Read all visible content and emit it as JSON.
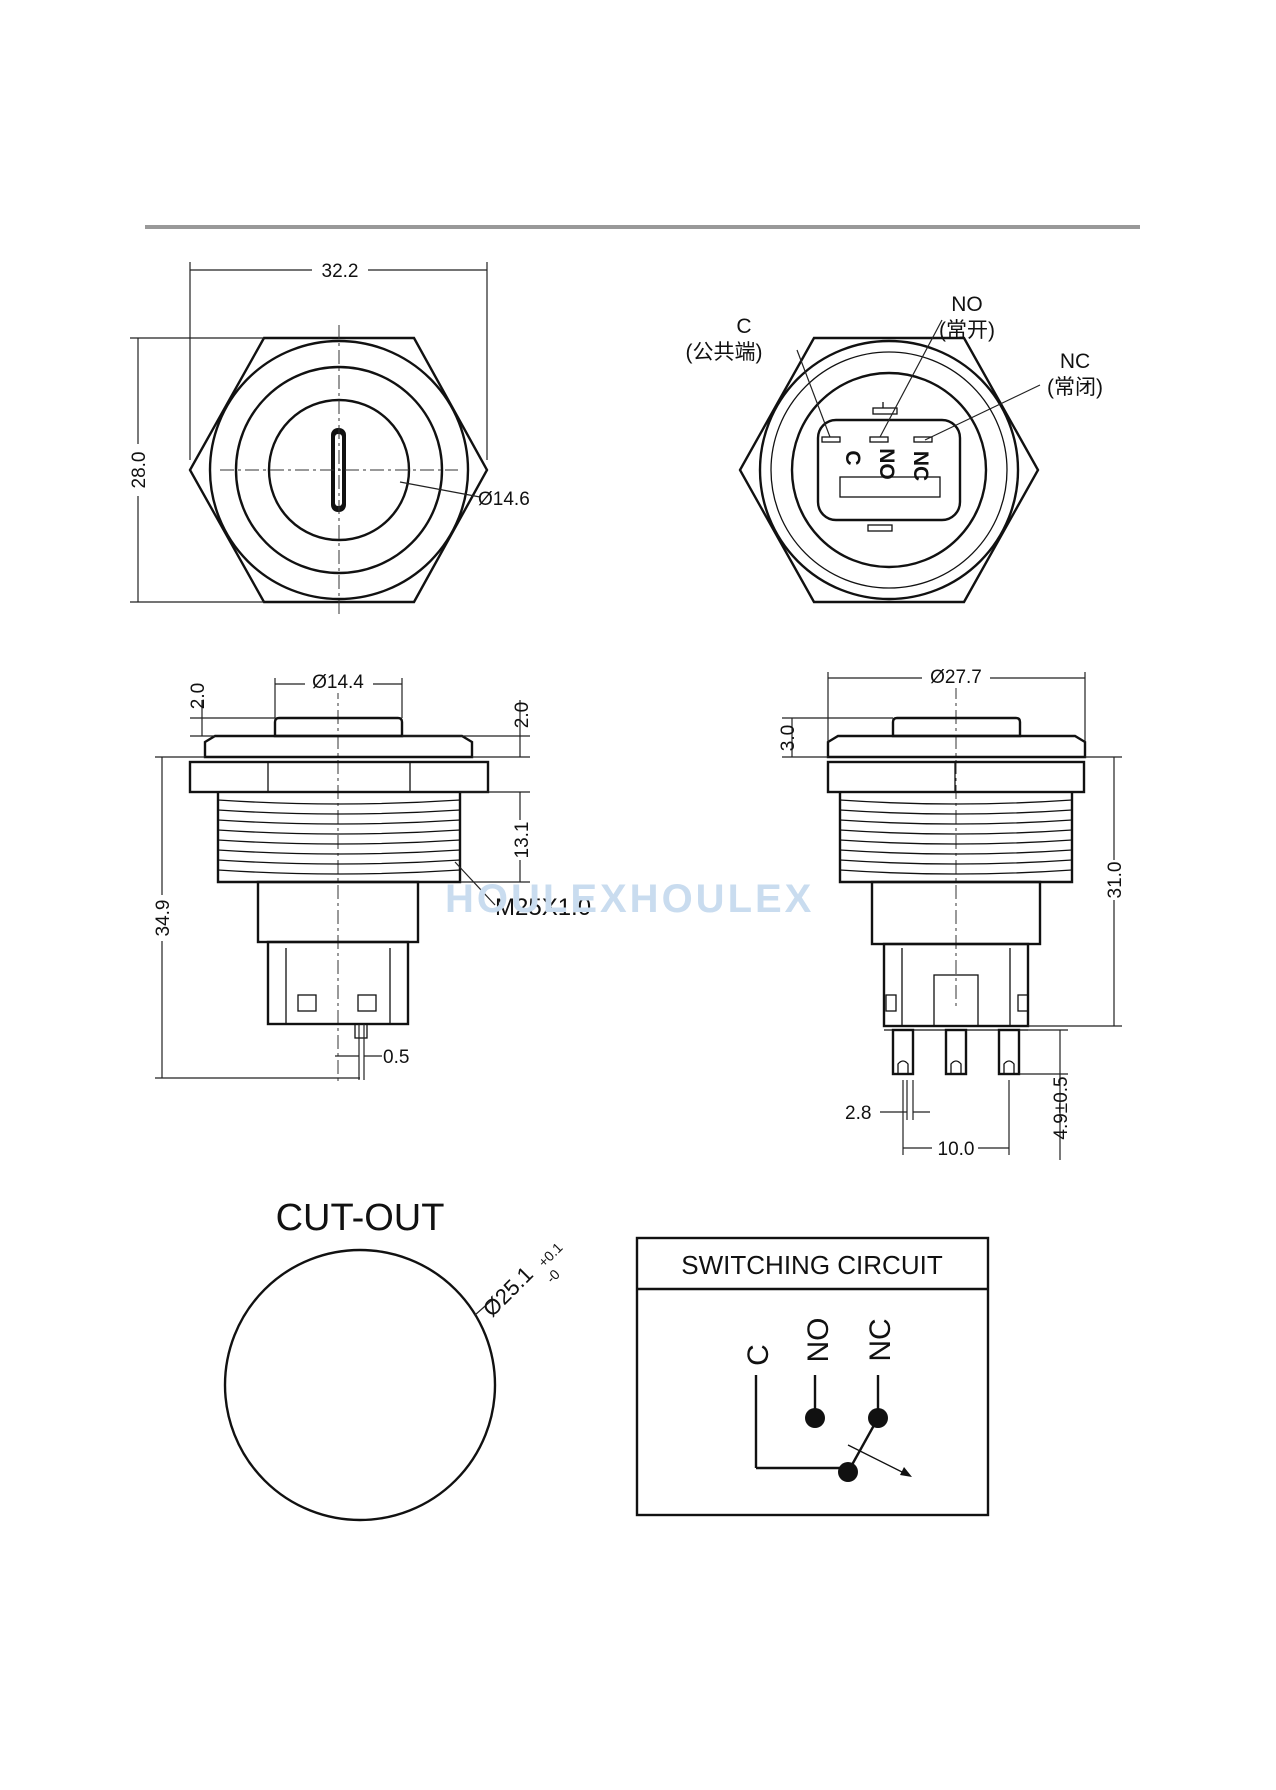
{
  "watermark": "HOULEXHOULEX",
  "front_view": {
    "width_label": "32.2",
    "height_label": "28.0",
    "button_dia_label": "Ø14.6"
  },
  "rear_view": {
    "terminal_c": "C",
    "terminal_c_cn": "(公共端)",
    "terminal_no": "NO",
    "terminal_no_cn": "(常开)",
    "terminal_nc": "NC",
    "terminal_nc_cn": "(常闭)",
    "pin_c": "C",
    "pin_no": "NO",
    "pin_nc": "NC"
  },
  "side_view_left": {
    "button_dia": "Ø14.4",
    "dim_top_left": "2.0",
    "dim_top_right": "2.0",
    "thread_len": "13.1",
    "total_len": "34.9",
    "thread_spec": "M25X1.0",
    "pin_thick": "0.5"
  },
  "side_view_right": {
    "body_dia": "Ø27.7",
    "head_h": "3.0",
    "body_len": "31.0",
    "pin_w": "2.8",
    "pin_pitch": "10.0",
    "pin_len": "4.9±0.5"
  },
  "cutout": {
    "title": "CUT-OUT",
    "dia": "Ø25.1",
    "tol_plus": "+0.1",
    "tol_minus": "-0"
  },
  "circuit": {
    "title": "SWITCHING CIRCUIT",
    "c": "C",
    "no": "NO",
    "nc": "NC"
  }
}
